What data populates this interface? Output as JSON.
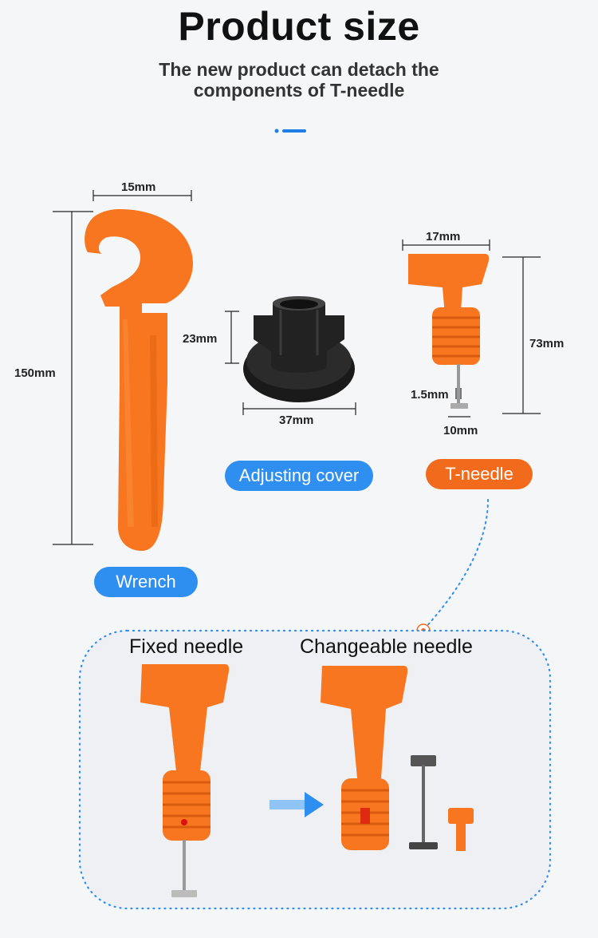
{
  "header": {
    "title": "Product size",
    "subtitle": "The new product can detach the components of T-needle"
  },
  "dimensions": {
    "wrench_width": "15mm",
    "wrench_length": "150mm",
    "cover_height": "23mm",
    "cover_width": "37mm",
    "needle_head": "17mm",
    "needle_length": "73mm",
    "needle_pin": "1.5mm",
    "needle_tip": "10mm"
  },
  "labels": {
    "wrench": "Wrench",
    "adjusting_cover": "Adjusting cover",
    "t_needle": "T-needle",
    "fixed_needle": "Fixed needle",
    "changeable_needle": "Changeable needle"
  },
  "colors": {
    "background": "#f4f6f8",
    "orange": "#f26a1b",
    "blue": "#2f8ff0",
    "dark": "#111111"
  }
}
